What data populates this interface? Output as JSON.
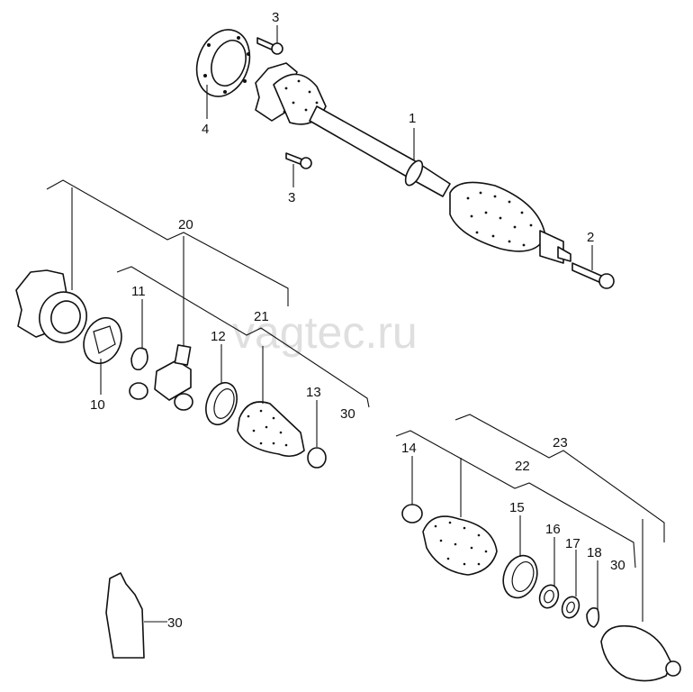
{
  "watermark": "vagtec.ru",
  "callouts": {
    "c1": "1",
    "c2": "2",
    "c3a": "3",
    "c3b": "3",
    "c4": "4",
    "c10": "10",
    "c11": "11",
    "c12": "12",
    "c13": "13",
    "c14": "14",
    "c15": "15",
    "c16": "16",
    "c17": "17",
    "c18": "18",
    "c20": "20",
    "c21": "21",
    "c22": "22",
    "c23": "23",
    "c30a": "30",
    "c30b": "30",
    "c30c": "30"
  }
}
